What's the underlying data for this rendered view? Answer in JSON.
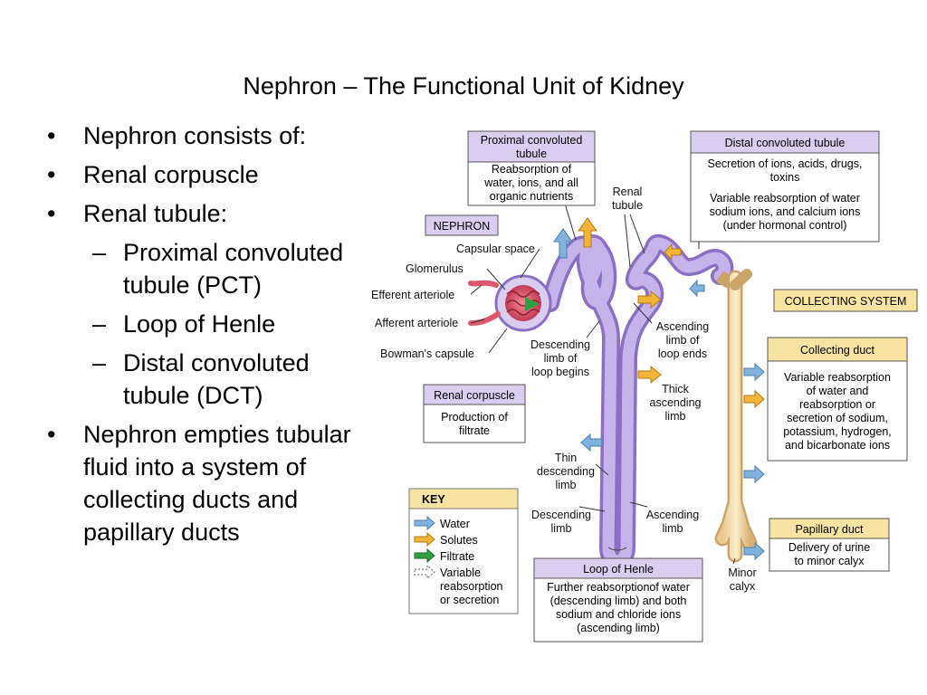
{
  "title": "Nephron – The Functional Unit of Kidney",
  "bullets": {
    "b1": "Nephron consists of:",
    "b2": "Renal corpuscle",
    "b3": "Renal tubule:",
    "s1": "Proximal convoluted tubule (PCT)",
    "s2": "Loop of Henle",
    "s3": "Distal convoluted tubule (DCT)",
    "b4": "Nephron empties tubular fluid into a system of collecting ducts and papillary ducts"
  },
  "diagram": {
    "pct_box": {
      "title_lines": [
        "Proximal convoluted",
        "tubule"
      ],
      "body_lines": [
        "Reabsorption of",
        "water, ions, and all",
        "organic nutrients"
      ]
    },
    "dct_box": {
      "title": "Distal convoluted tubule",
      "body_lines": [
        "Secretion of ions, acids, drugs,",
        "toxins",
        "Variable reabsorption of water",
        "sodium ions, and calcium ions",
        "(under hormonal control)"
      ]
    },
    "nephron_label": "NEPHRON",
    "collecting_system_label": "COLLECTING SYSTEM",
    "renal_tubule_label": [
      "Renal",
      "tubule"
    ],
    "capsular_space": "Capsular space",
    "glomerulus": "Glomerulus",
    "efferent": "Efferent arteriole",
    "afferent": "Afferent arteriole",
    "bowmans": "Bowman's capsule",
    "descending_begins": [
      "Descending",
      "limb of",
      "loop begins"
    ],
    "ascending_ends": [
      "Ascending",
      "limb of",
      "loop ends"
    ],
    "thick_ascending": [
      "Thick",
      "ascending",
      "limb"
    ],
    "thin_descending": [
      "Thin",
      "descending",
      "limb"
    ],
    "descending_limb": [
      "Descending",
      "limb"
    ],
    "ascending_limb": [
      "Ascending",
      "limb"
    ],
    "renal_corpuscle_box": {
      "title": "Renal corpuscle",
      "body_lines": [
        "Production of",
        "filtrate"
      ]
    },
    "collecting_duct_box": {
      "title": "Collecting duct",
      "body_lines": [
        "Variable reabsorption",
        "of water and",
        "reabsorption or",
        "secretion of sodium,",
        "potassium, hydrogen,",
        "and bicarbonate ions"
      ]
    },
    "papillary_duct_box": {
      "title": "Papillary duct",
      "body_lines": [
        "Delivery of urine",
        "to minor calyx"
      ]
    },
    "minor_calyx": [
      "Minor",
      "calyx"
    ],
    "loop_henle_box": {
      "title": "Loop of Henle",
      "body_lines": [
        "Further reabsorptionof water",
        "(descending limb) and both",
        "sodium and chloride ions",
        "(ascending limb)"
      ]
    },
    "key": {
      "title": "KEY",
      "items": [
        "Water",
        "Solutes",
        "Filtrate",
        "Variable",
        "reabsorption",
        "or secretion"
      ]
    },
    "colors": {
      "tubule": "#b9a3e3",
      "tubule_dark": "#8a6fc2",
      "duct": "#f2d9a8",
      "duct_dark": "#caa56a",
      "box_header": "#d9cdf0",
      "box_header_yellow": "#f7e4a2",
      "water_arrow": "#7fb2dc",
      "solute_arrow": "#f2b53a",
      "filtrate_arrow": "#2e9e3e",
      "glomerulus": "#e0566a"
    }
  }
}
